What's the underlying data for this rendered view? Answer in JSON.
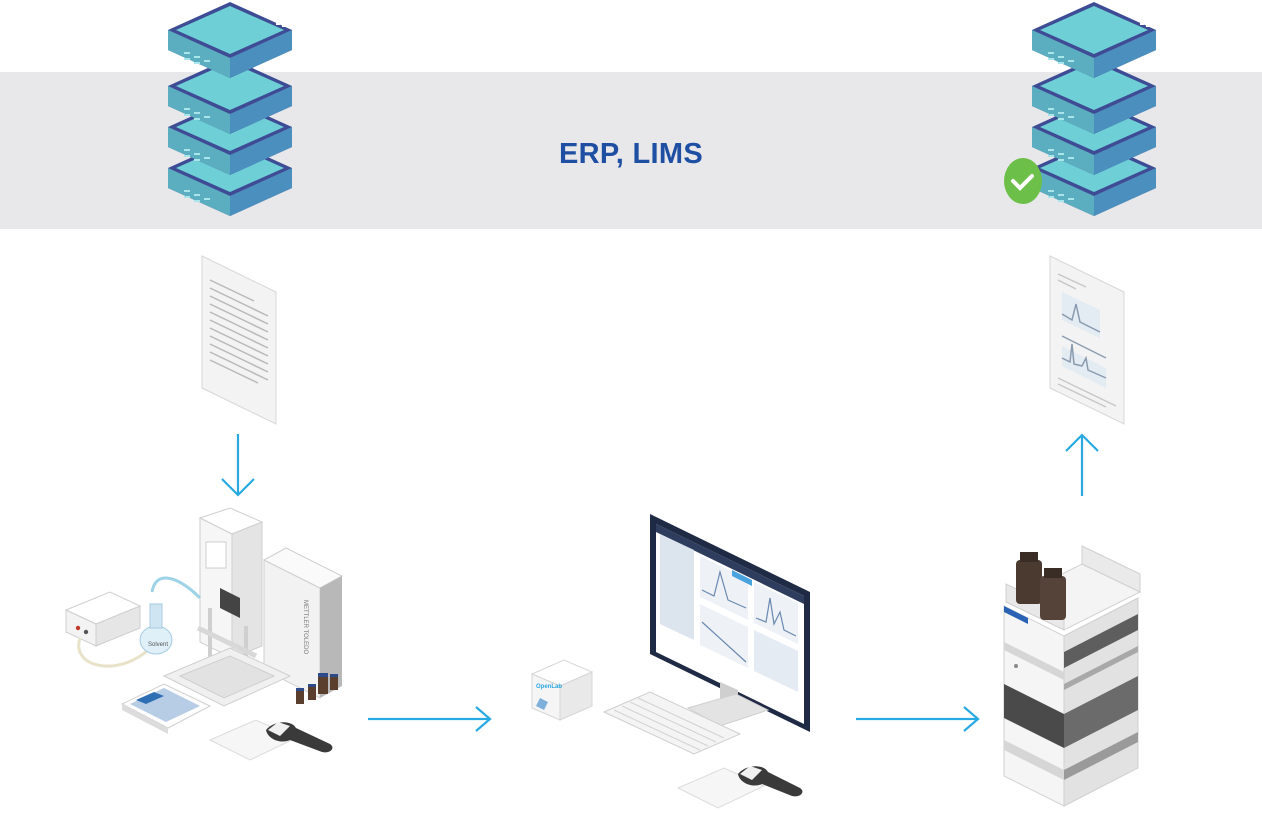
{
  "band": {
    "label": "ERP, LIMS",
    "color": "#e8e8ea",
    "label_color": "#1e4fa3"
  },
  "colors": {
    "server_top": "#6fcfd6",
    "server_frame": "#3d4c94",
    "arrow": "#29a9e1",
    "check": "#6cc04a"
  },
  "nodes": [
    {
      "id": "server-left",
      "icon": "server-stack-icon"
    },
    {
      "id": "server-right",
      "icon": "server-stack-icon",
      "status": "check-icon"
    },
    {
      "id": "method-document",
      "icon": "text-document-icon"
    },
    {
      "id": "report-document",
      "icon": "chromatogram-report-icon"
    },
    {
      "id": "sample-preparation",
      "icon": "liquid-handler-balance-icon"
    },
    {
      "id": "workstation",
      "icon": "computer-workstation-icon"
    },
    {
      "id": "hplc-instrument",
      "icon": "hplc-instrument-icon"
    }
  ],
  "device_labels": {
    "software_box": "OpenLab",
    "solvent_bottle": "Solvent",
    "robot_brand": "METTLER TOLEDO"
  },
  "edges": [
    {
      "from": "method-document",
      "to": "sample-preparation",
      "direction": "down"
    },
    {
      "from": "sample-preparation",
      "to": "workstation",
      "direction": "right"
    },
    {
      "from": "workstation",
      "to": "hplc-instrument",
      "direction": "right"
    },
    {
      "from": "hplc-instrument",
      "to": "report-document",
      "direction": "up"
    }
  ]
}
